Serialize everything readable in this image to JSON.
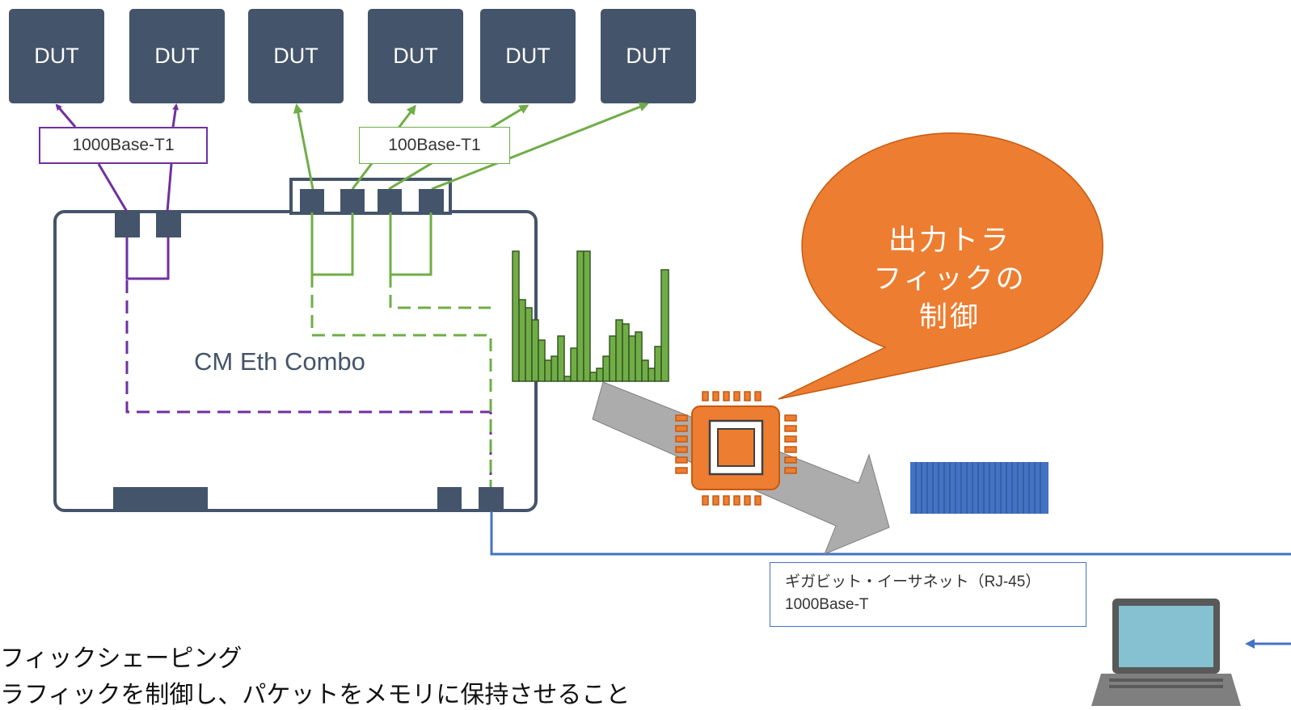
{
  "duts": [
    "DUT",
    "DUT",
    "DUT",
    "DUT",
    "DUT",
    "DUT"
  ],
  "labels": {
    "t1_1000": "1000Base-T1",
    "t1_100": "100Base-T1",
    "gbe_line1": "ギガビット・イーサネット（RJ-45）",
    "gbe_line2": "1000Base-T"
  },
  "device": {
    "name": "CM Eth Combo"
  },
  "callout": {
    "line1": "出力トラ",
    "line2": "フィックの",
    "line3": "制御"
  },
  "caption": {
    "line1": "フィックシェーピング",
    "line2": "ラフィックを制御し、パケットをメモリに保持させること"
  },
  "colors": {
    "dark": "#44546a",
    "purple": "#7030a0",
    "green": "#70ad47",
    "orange": "#ed7d31",
    "blue": "#4472c4",
    "gray": "#a5a5a5"
  }
}
